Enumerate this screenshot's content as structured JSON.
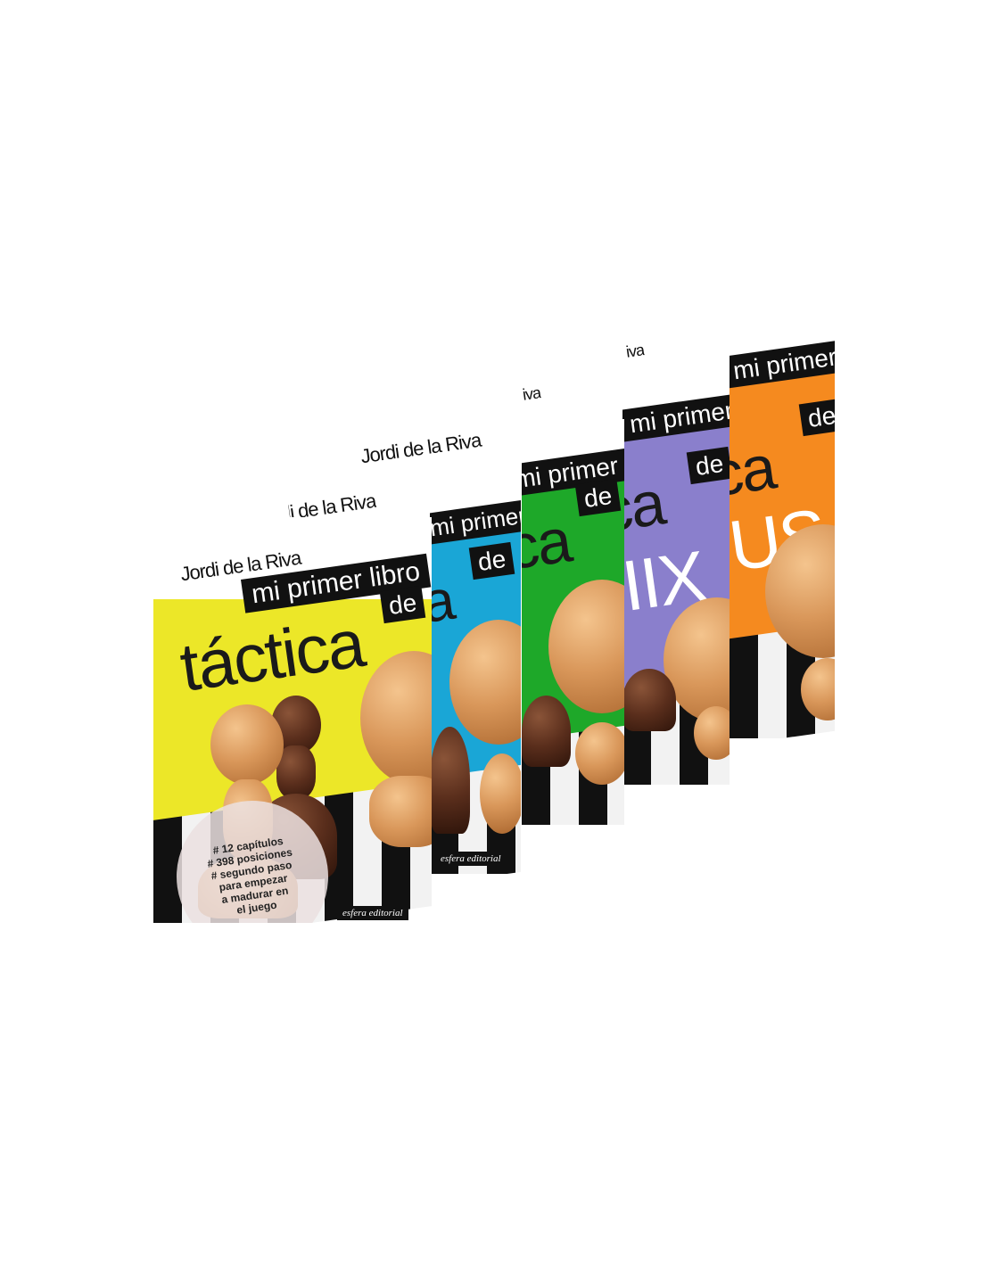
{
  "series_label": "mi primer libro",
  "de_label": "de",
  "author": "Jordi de la Riva",
  "publisher": "esfera editorial",
  "books": [
    {
      "id": "orange",
      "color": "#f58a1f",
      "title_fragment": "US",
      "visible_title_fragment": "ca"
    },
    {
      "id": "purple",
      "color": "#8a7fcc",
      "title_fragment": "IIX",
      "visible_title_fragment": "ca"
    },
    {
      "id": "green",
      "color": "#1ea829",
      "title_fragment": "ca"
    },
    {
      "id": "blue",
      "color": "#1aa6d6",
      "title_fragment": "a"
    },
    {
      "id": "yellow",
      "color": "#ece728",
      "title": "táctica"
    }
  ],
  "badge_lines": [
    "# 12 capítulos",
    "# 398 posiciones",
    "# segundo paso",
    "para empezar",
    "a madurar en",
    "el juego"
  ]
}
